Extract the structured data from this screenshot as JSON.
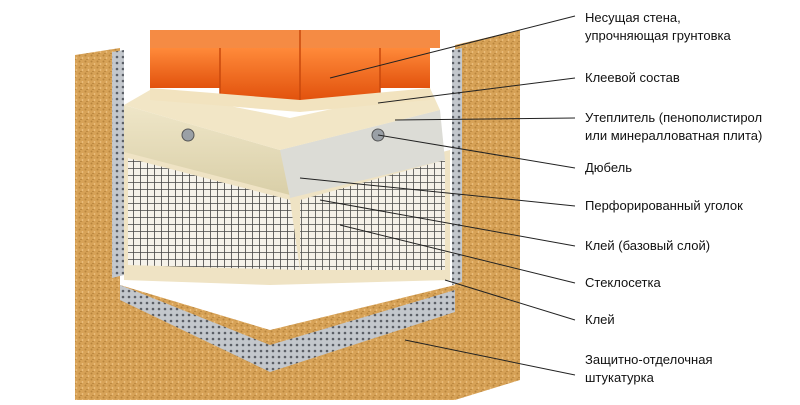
{
  "labels": [
    {
      "lines": [
        "Несущая стена,",
        "упрочняющая грунтовка"
      ]
    },
    {
      "lines": [
        "Клеевой состав"
      ]
    },
    {
      "lines": [
        "Утеплитель (пенополистирол",
        "или минералловатная плита)"
      ]
    },
    {
      "lines": [
        "Дюбель"
      ]
    },
    {
      "lines": [
        "Перфорированный уголок"
      ]
    },
    {
      "lines": [
        "Клей (базовый слой)"
      ]
    },
    {
      "lines": [
        "Стеклосетка"
      ]
    },
    {
      "lines": [
        "Клей"
      ]
    },
    {
      "lines": [
        "Защитно-отделочная",
        "штукатурка"
      ]
    }
  ],
  "colors": {
    "plaster": "#d9a85c",
    "brick": "#f06a1a",
    "insulation": "#e6ddc0",
    "mesh": "#6b6b6b",
    "metal": "#b8bcc2",
    "leader": "#222222"
  }
}
